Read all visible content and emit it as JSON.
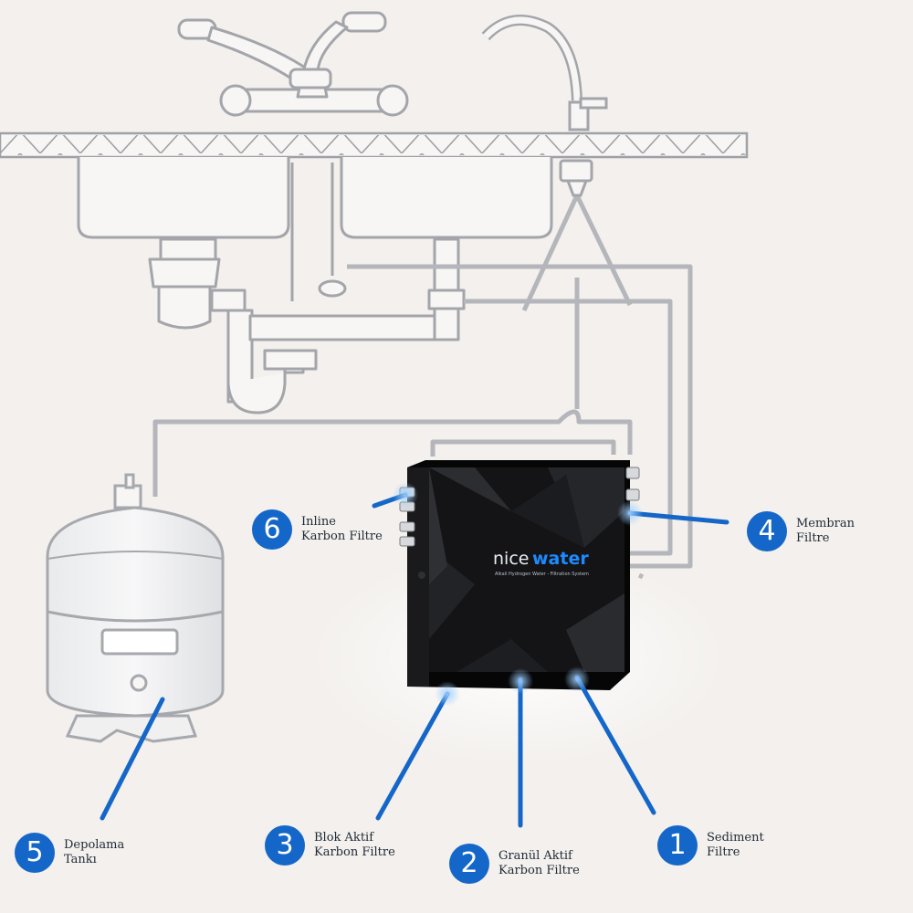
{
  "product": {
    "brand_left": "nice",
    "brand_right": "water",
    "tagline": "Alkali Hydrogen Water - Filtration System"
  },
  "callouts": [
    {
      "number": "1",
      "line1": "Sediment",
      "line2": "Filtre"
    },
    {
      "number": "2",
      "line1": "Granül Aktif",
      "line2": "Karbon Filtre"
    },
    {
      "number": "3",
      "line1": "Blok Aktif",
      "line2": "Karbon Filtre"
    },
    {
      "number": "4",
      "line1": "Membran",
      "line2": "Filtre"
    },
    {
      "number": "5",
      "line1": "Depolama",
      "line2": "Tankı"
    },
    {
      "number": "6",
      "line1": "Inline",
      "line2": "Karbon Filtre"
    }
  ],
  "colors": {
    "background": "#f3f0ed",
    "sketch": "#a9abb0",
    "pipe": "#b4b6bb",
    "accent": "#1467c8",
    "device": "#0c0c0e"
  }
}
